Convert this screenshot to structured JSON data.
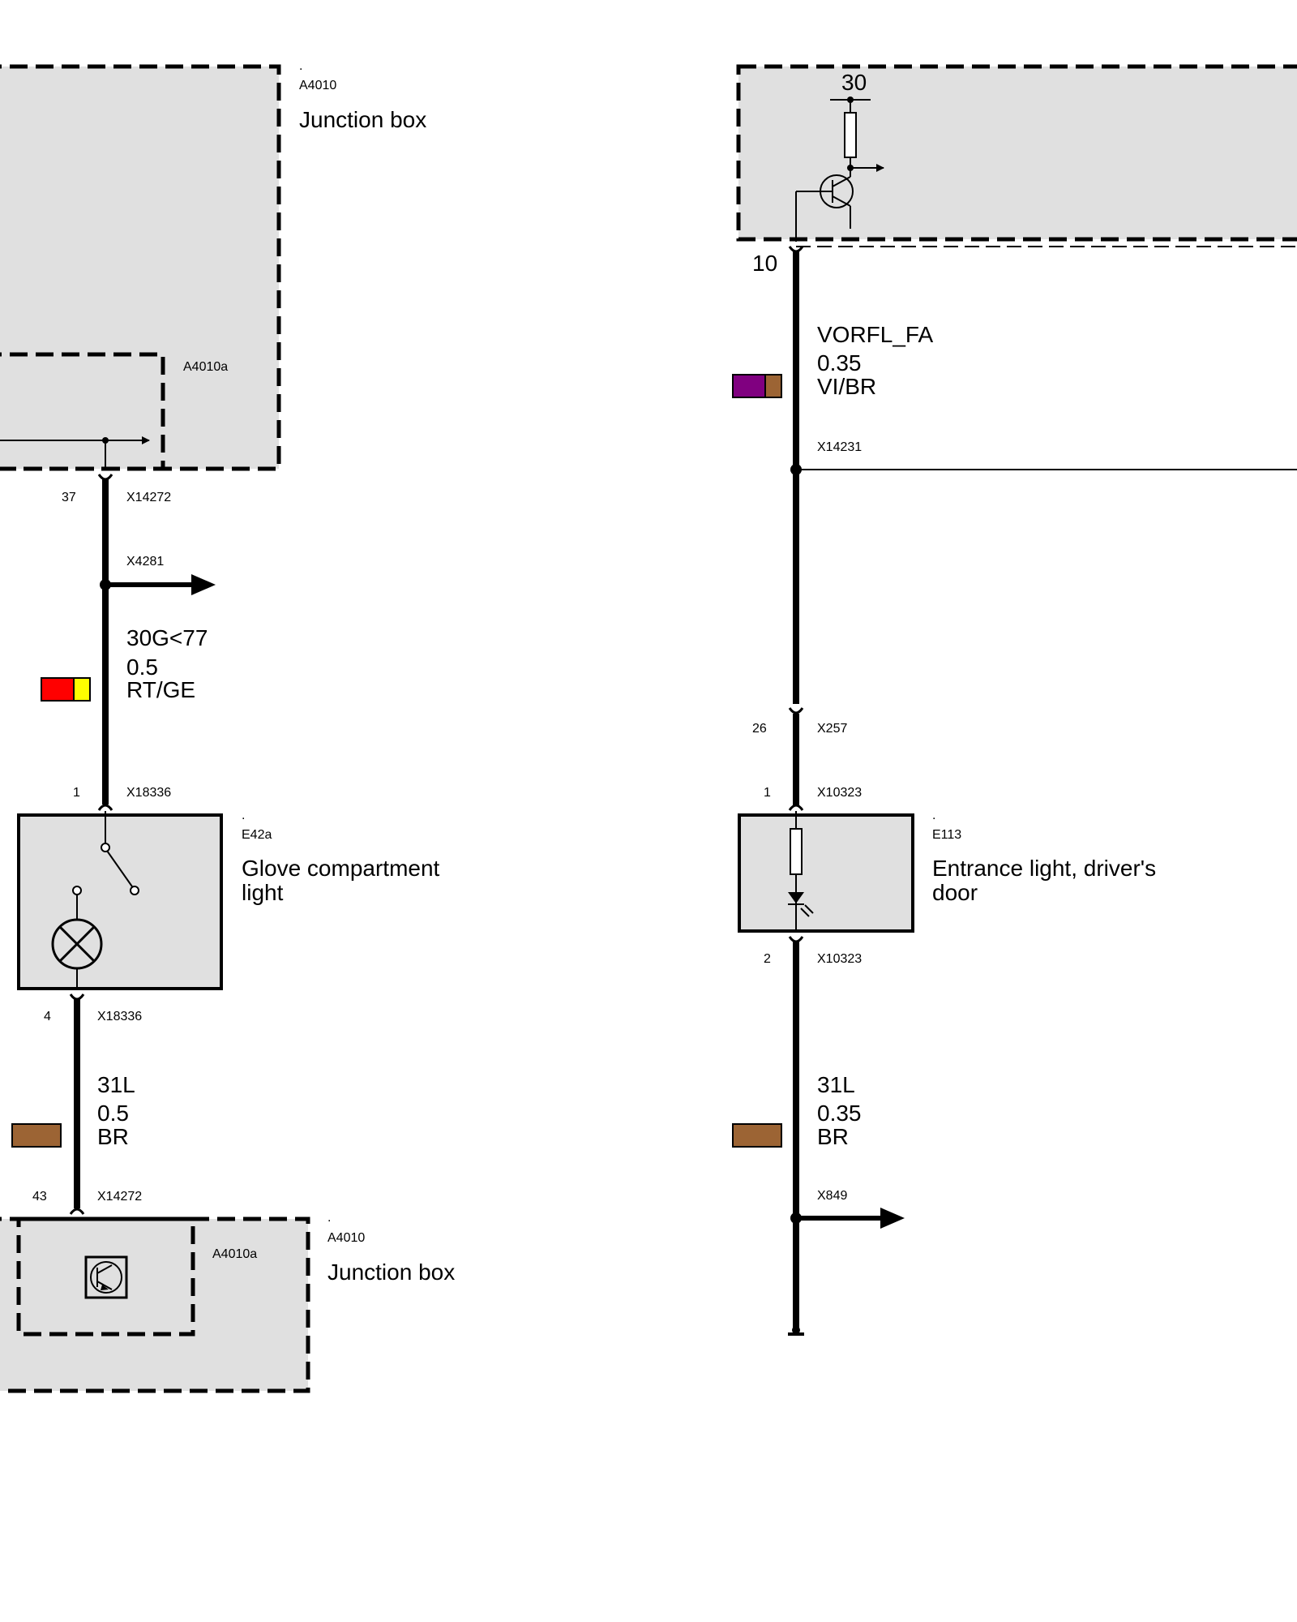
{
  "colors": {
    "box_fill": "#e0e0e0",
    "wire": "#000000",
    "red": "#ff0000",
    "yellow": "#ffff00",
    "violet": "#800080",
    "brown": "#9c6434"
  },
  "left": {
    "junction_box_top": {
      "dot": ".",
      "id": "A4010",
      "name": "Junction box",
      "sub_id": "A4010a"
    },
    "pin_37": "37",
    "conn_x14272_top": "X14272",
    "splice_x4281": "X4281",
    "wire_top": {
      "signal": "30G<77",
      "size": "0.5",
      "color": "RT/GE",
      "swatch": [
        "red",
        "yellow"
      ]
    },
    "pin_1": "1",
    "conn_x18336_top": "X18336",
    "glove_light": {
      "dot": ".",
      "id": "E42a",
      "name_line1": "Glove compartment",
      "name_line2": "light"
    },
    "pin_4": "4",
    "conn_x18336_bottom": "X18336",
    "wire_bottom": {
      "signal": "31L",
      "size": "0.5",
      "color": "BR",
      "swatch": [
        "brown"
      ]
    },
    "pin_43": "43",
    "conn_x14272_bottom": "X14272",
    "junction_box_bottom": {
      "dot": ".",
      "id": "A4010",
      "name": "Junction box",
      "sub_id": "A4010a"
    }
  },
  "right": {
    "control_unit": {
      "terminal": "30",
      "pin": "10"
    },
    "wire_top": {
      "signal": "VORFL_FA",
      "size": "0.35",
      "color": "VI/BR",
      "swatch": [
        "violet",
        "brown"
      ]
    },
    "splice_x14231": "X14231",
    "pin_26": "26",
    "conn_x257": "X257",
    "pin_1": "1",
    "conn_x10323_top": "X10323",
    "entrance_light": {
      "dot": ".",
      "id": "E113",
      "name_line1": "Entrance light, driver's",
      "name_line2": "door"
    },
    "pin_2": "2",
    "conn_x10323_bottom": "X10323",
    "wire_bottom": {
      "signal": "31L",
      "size": "0.35",
      "color": "BR",
      "swatch": [
        "brown"
      ]
    },
    "splice_x849": "X849"
  }
}
